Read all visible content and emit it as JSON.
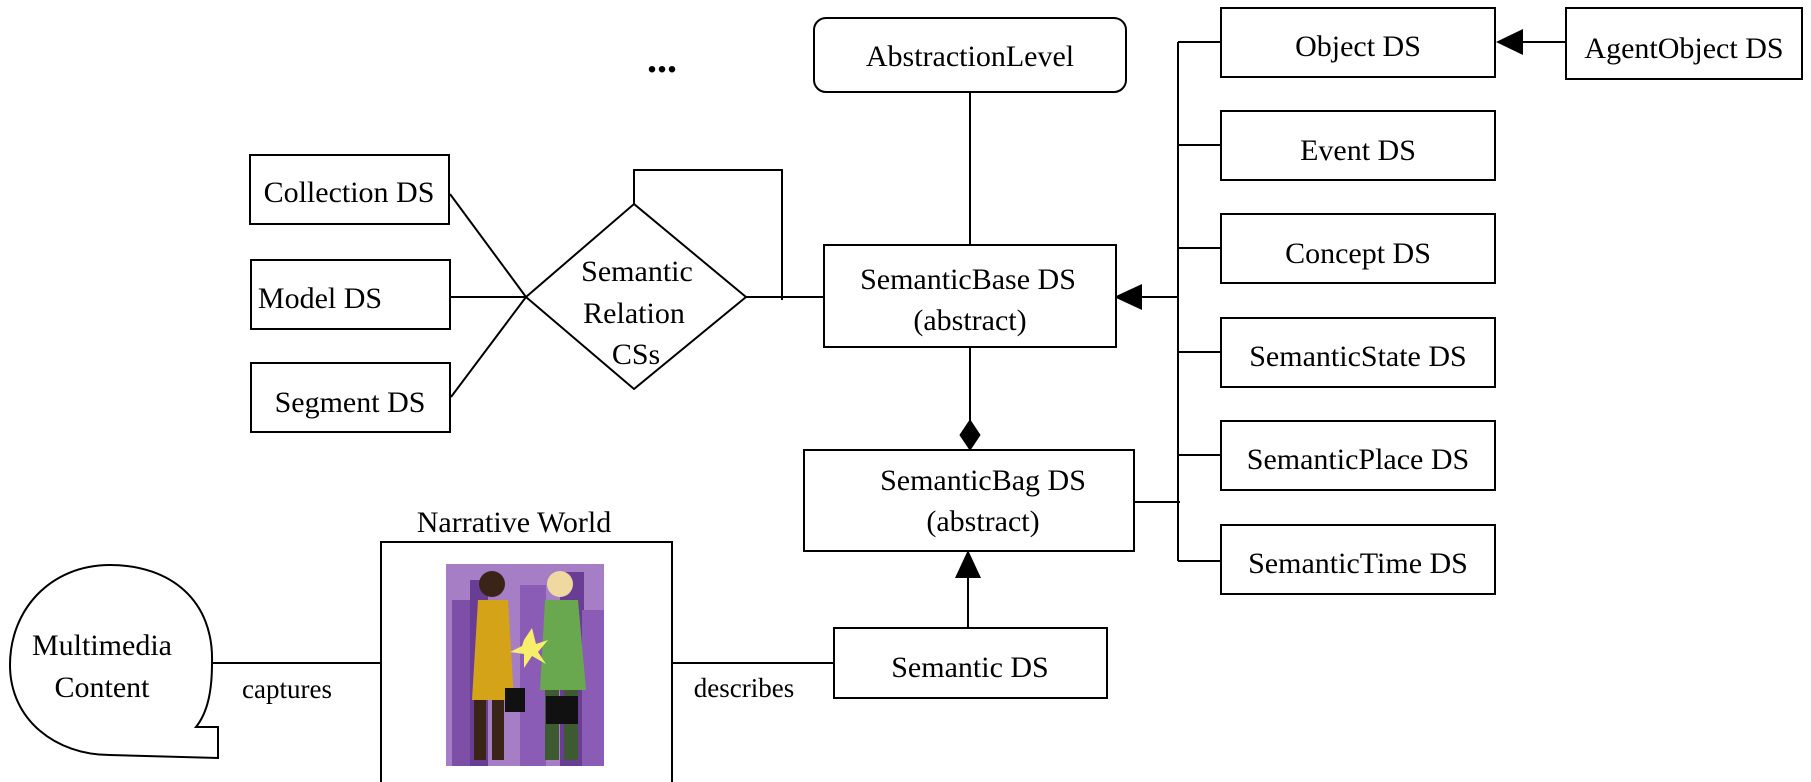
{
  "ellipsis": "...",
  "nodes": {
    "abstraction_level": "AbstractionLevel",
    "collection_ds": "Collection DS",
    "model_ds": "Model DS",
    "segment_ds": "Segment DS",
    "semantic_relation": [
      "Semantic",
      "Relation",
      "CSs"
    ],
    "semantic_base": [
      "SemanticBase DS",
      "(abstract)"
    ],
    "semantic_bag": [
      "SemanticBag DS",
      "(abstract)"
    ],
    "semantic_ds": "Semantic DS",
    "object_ds": "Object DS",
    "agent_object_ds": "AgentObject DS",
    "event_ds": "Event DS",
    "concept_ds": "Concept DS",
    "semantic_state_ds": "SemanticState DS",
    "semantic_place_ds": "SemanticPlace DS",
    "semantic_time_ds": "SemanticTime DS",
    "narrative_world": "Narrative World",
    "multimedia_content": [
      "Multimedia",
      "Content"
    ]
  },
  "edges": {
    "captures": "captures",
    "describes": "describes"
  },
  "picture": "handshake-clipart"
}
